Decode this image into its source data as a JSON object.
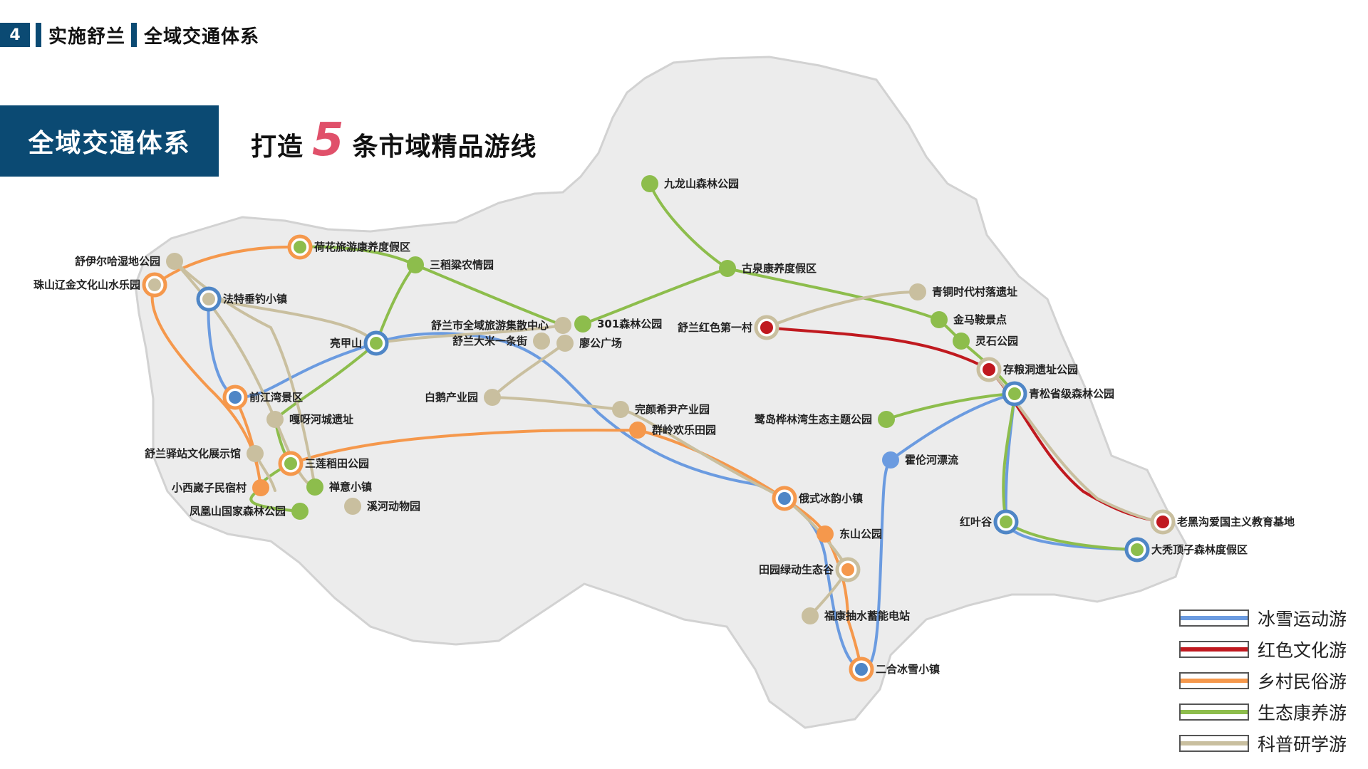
{
  "header": {
    "page_number": "4",
    "section": "实施舒兰",
    "subsection": "全域交通体系"
  },
  "title_box": "全域交通体系",
  "subtitle": {
    "before": "打造",
    "number": "5",
    "after": "条市域精品游线"
  },
  "routes": [
    {
      "id": "ice",
      "name": "冰雪运动游",
      "color": "#6b9be0"
    },
    {
      "id": "red",
      "name": "红色文化游",
      "color": "#c0191f"
    },
    {
      "id": "folk",
      "name": "乡村民俗游",
      "color": "#f5984c"
    },
    {
      "id": "eco",
      "name": "生态康养游",
      "color": "#8dbd4c"
    },
    {
      "id": "sci",
      "name": "科普研学游",
      "color": "#c9bf9f"
    }
  ],
  "places": [
    {
      "label": "九龙山森林公园",
      "fill": "#8dbd4c"
    },
    {
      "label": "荷花旅游康养度假区",
      "fill": "#8dbd4c",
      "ring": "#f5984c"
    },
    {
      "label": "舒伊尔哈湿地公园",
      "fill": "#c9bf9f"
    },
    {
      "label": "珠山辽金文化山水乐园",
      "fill": "#c9bf9f",
      "ring": "#f5984c"
    },
    {
      "label": "三稻粱农情园",
      "fill": "#8dbd4c"
    },
    {
      "label": "古泉康养度假区",
      "fill": "#8dbd4c"
    },
    {
      "label": "法特垂钓小镇",
      "fill": "#c9bf9f",
      "ring": "#4f86c6"
    },
    {
      "label": "青铜时代村落遗址",
      "fill": "#c9bf9f"
    },
    {
      "label": "舒兰市全域旅游集散中心",
      "fill": "#c9bf9f"
    },
    {
      "label": "301森林公园",
      "fill": "#8dbd4c"
    },
    {
      "label": "舒兰红色第一村",
      "fill": "#c0191f",
      "ring": "#c9bf9f"
    },
    {
      "label": "金马鞍景点",
      "fill": "#8dbd4c"
    },
    {
      "label": "舒兰大米一条街",
      "fill": "#c9bf9f"
    },
    {
      "label": "廖公广场",
      "fill": "#c9bf9f"
    },
    {
      "label": "亮甲山",
      "fill": "#8dbd4c",
      "ring": "#4f86c6"
    },
    {
      "label": "灵石公园",
      "fill": "#8dbd4c"
    },
    {
      "label": "存粮洞遗址公园",
      "fill": "#c0191f",
      "ring": "#c9bf9f"
    },
    {
      "label": "青松省级森林公园",
      "fill": "#8dbd4c",
      "ring": "#4f86c6"
    },
    {
      "label": "前江湾景区",
      "fill": "#4f86c6",
      "ring": "#f5984c"
    },
    {
      "label": "白鹅产业园",
      "fill": "#c9bf9f"
    },
    {
      "label": "完颜希尹产业园",
      "fill": "#c9bf9f"
    },
    {
      "label": "嘎呀河城遗址",
      "fill": "#c9bf9f"
    },
    {
      "label": "鹭岛桦林湾生态主题公园",
      "fill": "#8dbd4c"
    },
    {
      "label": "群岭欢乐田园",
      "fill": "#f5984c"
    },
    {
      "label": "舒兰驿站文化展示馆",
      "fill": "#c9bf9f"
    },
    {
      "label": "三莲稻田公园",
      "fill": "#8dbd4c",
      "ring": "#f5984c"
    },
    {
      "label": "霍伦河漂流",
      "fill": "#6b9be0"
    },
    {
      "label": "小西崴子民宿村",
      "fill": "#f5984c"
    },
    {
      "label": "禅意小镇",
      "fill": "#8dbd4c"
    },
    {
      "label": "俄式冰韵小镇",
      "fill": "#4f86c6",
      "ring": "#f5984c"
    },
    {
      "label": "凤凰山国家森林公园",
      "fill": "#8dbd4c"
    },
    {
      "label": "溪河动物园",
      "fill": "#c9bf9f"
    },
    {
      "label": "红叶谷",
      "fill": "#8dbd4c",
      "ring": "#4f86c6"
    },
    {
      "label": "老黑沟爱国主义教育基地",
      "fill": "#c0191f",
      "ring": "#c9bf9f"
    },
    {
      "label": "东山公园",
      "fill": "#f5984c"
    },
    {
      "label": "大秃顶子森林度假区",
      "fill": "#8dbd4c",
      "ring": "#4f86c6"
    },
    {
      "label": "田园绿动生态谷",
      "fill": "#f5984c",
      "ring": "#c9bf9f"
    },
    {
      "label": "福康抽水蓄能电站",
      "fill": "#c9bf9f"
    },
    {
      "label": "二合冰雪小镇",
      "fill": "#4f86c6",
      "ring": "#f5984c"
    }
  ]
}
